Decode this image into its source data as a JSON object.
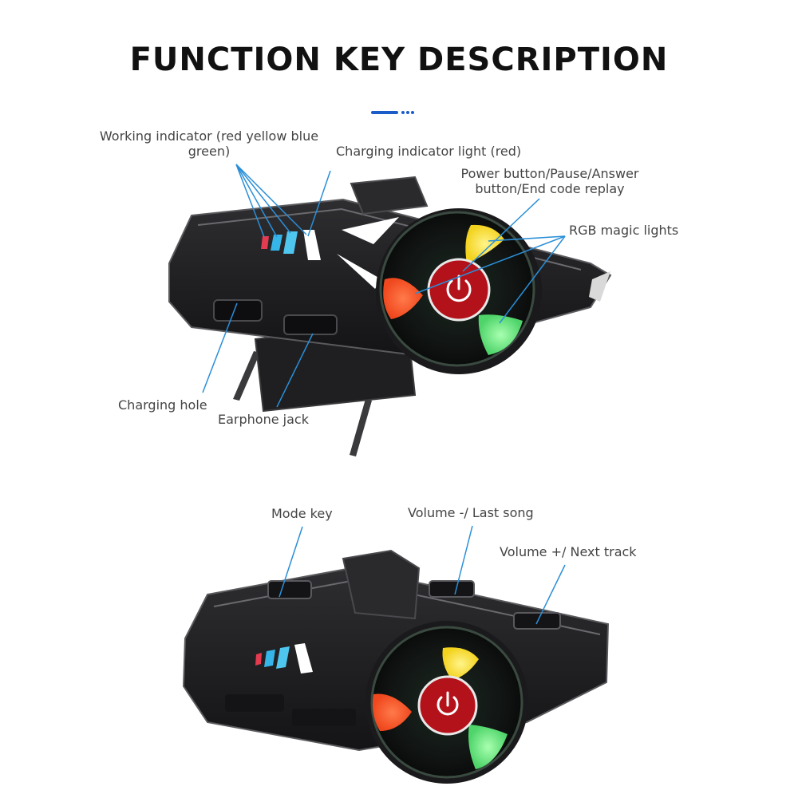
{
  "title": "FUNCTION KEY DESCRIPTION",
  "colors": {
    "accent": "#1a5cc8",
    "leader_line": "#2a8fd8",
    "device_body": "#1c1c1e",
    "power_button": "#b3121a",
    "light_yellow": "#f3d21e",
    "light_red": "#f0481e",
    "light_green": "#4fd46a",
    "indicator_red": "#e33b4f",
    "indicator_blue": "#36b6e8"
  },
  "top_view": {
    "labels": {
      "working_indicator_line1": "Working indicator (red yellow blue",
      "working_indicator_line2": "green)",
      "charging_indicator": "Charging indicator light (red)",
      "power_button_line1": "Power button/Pause/Answer",
      "power_button_line2": "button/End code replay",
      "rgb_lights": "RGB magic lights",
      "charging_hole": "Charging hole",
      "earphone_jack": "Earphone jack"
    },
    "icons": [
      "power-icon"
    ]
  },
  "side_view": {
    "labels": {
      "mode_key": "Mode key",
      "volume_minus": "Volume -/ Last song",
      "volume_plus": "Volume +/ Next track"
    },
    "icons": [
      "power-icon"
    ]
  }
}
